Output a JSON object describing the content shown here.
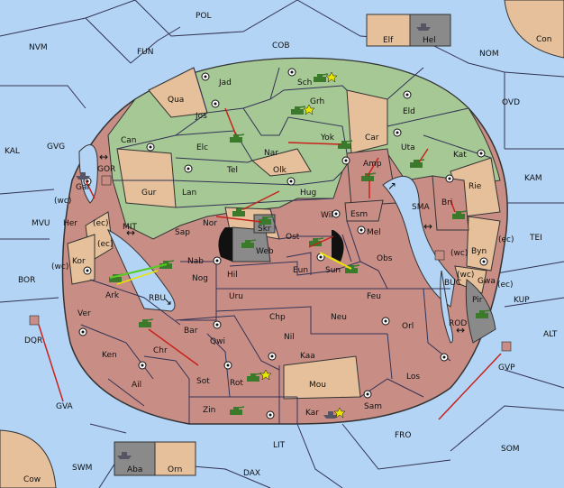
{
  "colors": {
    "sea": "#b3d4f5",
    "green": "#a6c894",
    "tan": "#e5c09a",
    "red": "#c88e86",
    "gray": "#8a8a8a",
    "order_red": "#c8221a",
    "order_yellow": "#e6e600",
    "order_green": "#55cc22"
  },
  "labels": {
    "POL": "POL",
    "COB": "COB",
    "FUN": "FUN",
    "NVM": "NVM",
    "NOM": "NOM",
    "Elf": "Elf",
    "Hel": "Hel",
    "Con": "Con",
    "OVD": "OVD",
    "KAL": "KAL",
    "GVG": "GVG",
    "KAM": "KAM",
    "TEI": "TEI",
    "MVU": "MVU",
    "BOR": "BOR",
    "KUP": "KUP",
    "ALT": "ALT",
    "DQR": "DQR",
    "GVA": "GVA",
    "GVP": "GVP",
    "FRO": "FRO",
    "SOM": "SOM",
    "SWM": "SWM",
    "LIT": "LIT",
    "DAX": "DAX",
    "Cow": "Cow",
    "Aba": "Aba",
    "Orn": "Orn",
    "Jad": "Jad",
    "Sch": "Sch",
    "Qua": "Qua",
    "Jos": "Jos",
    "Grh": "Grh",
    "Eld": "Eld",
    "Can": "Can",
    "Elc": "Elc",
    "Nar": "Nar",
    "Yok": "Yok",
    "Car": "Car",
    "Uta": "Uta",
    "Kat": "Kat",
    "Tel": "Tel",
    "Olk": "Olk",
    "Amp": "Amp",
    "Gur": "Gur",
    "Lan": "Lan",
    "Hug": "Hug",
    "Rie": "Rie",
    "Bri": "Bri",
    "Nor": "Nor",
    "Skr": "Skr",
    "Wil": "Wil",
    "Esm": "Esm",
    "Sap": "Sap",
    "Web": "Web",
    "Ost": "Ost",
    "Mel": "Mel",
    "Byn": "Byn",
    "Nab": "Nab",
    "Hil": "Hil",
    "Eun": "Eun",
    "Sun": "Sun",
    "Obs": "Obs",
    "Gwa": "Gwa",
    "Nog": "Nog",
    "Uru": "Uru",
    "Feu": "Feu",
    "Pir": "Pir",
    "Ark": "Ark",
    "Chp": "Chp",
    "Neu": "Neu",
    "Bar": "Bar",
    "Nil": "Nil",
    "Orl": "Orl",
    "Ver": "Ver",
    "Qwi": "Qwi",
    "Ken": "Ken",
    "Chr": "Chr",
    "Kaa": "Kaa",
    "Los": "Los",
    "Ail": "Ail",
    "Sot": "Sot",
    "Rot": "Rot",
    "Mou": "Mou",
    "Sam": "Sam",
    "Zin": "Zin",
    "Kar": "Kar",
    "Gar": "Gar",
    "Her": "Her",
    "Kor": "Kor",
    "GOR": "GOR",
    "SMA": "SMA",
    "MIT": "MIT",
    "RBU": "RBU",
    "BUC": "BUC",
    "ROD": "ROD"
  },
  "coast_tags": [
    "(wc)",
    "(ec)",
    "(ec)",
    "(wc)",
    "(wc)",
    "(ec)",
    "(wc)",
    "(ec)"
  ]
}
